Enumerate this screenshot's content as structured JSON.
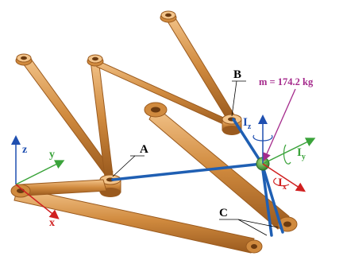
{
  "labels": {
    "point_a": "A",
    "point_b": "B",
    "point_c": "C",
    "mass": "m = 174.2 kg",
    "axis_z": "z",
    "axis_y": "y",
    "axis_x": "x",
    "inertia_z_main": "I",
    "inertia_z_sub": "z",
    "inertia_y_main": "I",
    "inertia_y_sub": "y",
    "inertia_x_main": "I",
    "inertia_x_sub": "x"
  },
  "colors": {
    "arm": "#d08a3e",
    "arm_dark": "#9a5a1e",
    "arm_light": "#f3c48a",
    "link_blue": "#1f5fb3",
    "mass_pink": "#a52a8c",
    "axis_blue": "#1f4fb0",
    "axis_green": "#3aa33a",
    "axis_red": "#d02020",
    "mass_ball": "#5aa84a"
  }
}
